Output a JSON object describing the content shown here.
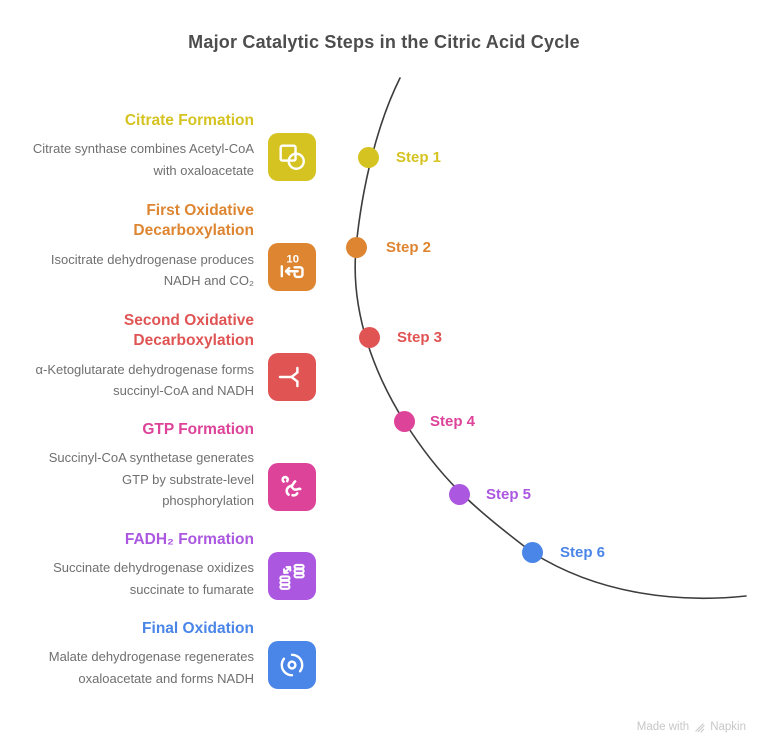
{
  "title": "Major Catalytic Steps in the Citric Acid Cycle",
  "arc_color": "#3d3d3d",
  "steps": [
    {
      "heading": "Citrate Formation",
      "description": "Citrate synthase combines Acetyl-CoA with oxaloacetate",
      "label": "Step 1",
      "color": "#d5c321",
      "icon": "combine-shapes-icon"
    },
    {
      "heading": "First Oxidative Decarboxylation",
      "description": "Isocitrate dehydrogenase produces NADH and CO₂",
      "label": "Step 2",
      "color": "#de8531",
      "icon": "rewind-10-icon",
      "icon_text": "10"
    },
    {
      "heading": "Second Oxidative Decarboxylation",
      "description": "α-Ketoglutarate dehydrogenase forms succinyl-CoA and NADH",
      "label": "Step 3",
      "color": "#e05454",
      "icon": "branch-split-icon"
    },
    {
      "heading": "GTP Formation",
      "description": "Succinyl-CoA synthetase generates GTP by substrate-level phosphorylation",
      "label": "Step 4",
      "color": "#dd4399",
      "icon": "kick-figure-icon"
    },
    {
      "heading": "FADH₂ Formation",
      "description": "Succinate dehydrogenase oxidizes succinate to fumarate",
      "label": "Step 5",
      "color": "#ab57e0",
      "icon": "data-transfer-icon"
    },
    {
      "heading": "Final Oxidation",
      "description": "Malate dehydrogenase regenerates oxaloacetate and forms NADH",
      "label": "Step 6",
      "color": "#4a85e8",
      "icon": "cycle-icon"
    }
  ],
  "watermark": {
    "prefix": "Made with",
    "brand": "Napkin"
  }
}
